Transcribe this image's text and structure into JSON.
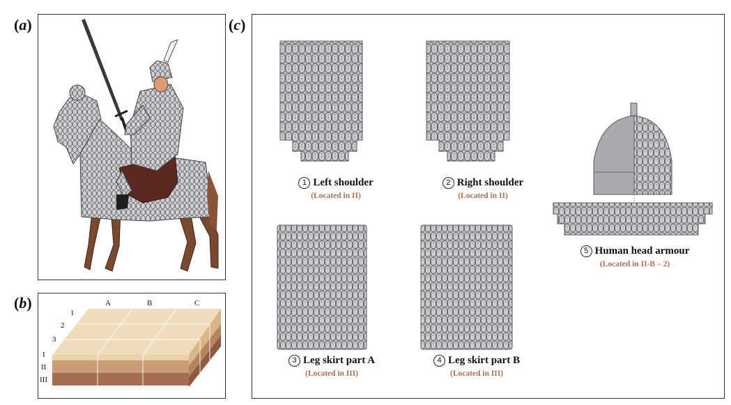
{
  "panels": {
    "a": {
      "label": "a"
    },
    "b": {
      "label": "b",
      "columns": [
        "A",
        "B",
        "C"
      ],
      "rows": [
        "1",
        "2",
        "3"
      ],
      "layers": [
        "I",
        "II",
        "III"
      ]
    },
    "c": {
      "label": "c",
      "items": [
        {
          "num": "1",
          "title": "Left shoulder",
          "location": "(Located in II)"
        },
        {
          "num": "2",
          "title": "Right shoulder",
          "location": "(Located in II)"
        },
        {
          "num": "3",
          "title": "Leg skirt part A",
          "location": "(Located in III)"
        },
        {
          "num": "4",
          "title": "Leg skirt part B",
          "location": "(Located in III)"
        },
        {
          "num": "5",
          "title": "Human head armour",
          "location": "(Located in II-B – 2)"
        }
      ]
    }
  },
  "colors": {
    "scale_fill": "#c9cacd",
    "scale_stroke": "#5a5a5e",
    "layer_I": "#ebd2a8",
    "layer_II": "#c99d76",
    "layer_III": "#a46e53",
    "location_text": "#a87459",
    "horse_leg": "#7a4a30",
    "saddle": "#5a2a22"
  }
}
